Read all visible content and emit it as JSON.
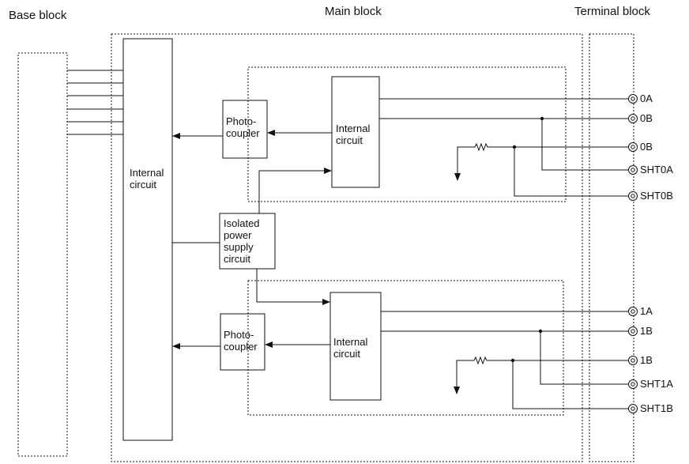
{
  "headers": {
    "base_block": "Base block",
    "main_block": "Main block",
    "terminal_block": "Terminal block"
  },
  "blocks": {
    "internal_circuit_main": "Internal circuit",
    "photocoupler_0": "Photo- coupler",
    "internal_circuit_0": "Internal circuit",
    "isolated_power": "Isolated power supply circuit",
    "photocoupler_1": "Photo- coupler",
    "internal_circuit_1": "Internal circuit"
  },
  "terminals": [
    "0A",
    "0B",
    "0B",
    "SHT0A",
    "SHT0B",
    "1A",
    "1B",
    "1B",
    "SHT1A",
    "SHT1B"
  ],
  "colors": {
    "line": "#111111",
    "background": "#ffffff"
  }
}
